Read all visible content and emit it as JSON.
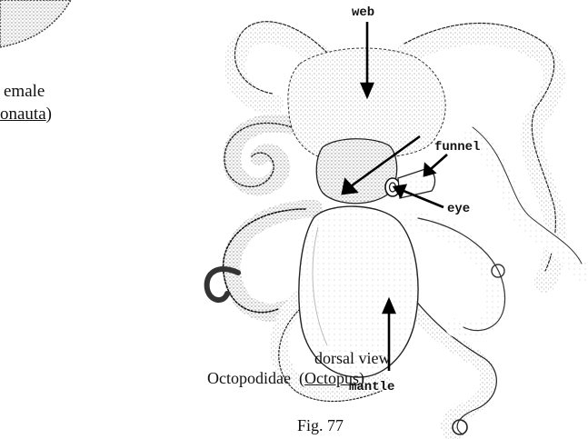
{
  "left_fragment": {
    "line1": "emale",
    "line2_name": "onauta",
    "line2_paren": ")"
  },
  "labels": {
    "web": "web",
    "funnel": "funnel",
    "eye": "eye",
    "mantle": "mantle"
  },
  "caption": {
    "view": "dorsal  view",
    "family": "Octopodidae",
    "genus_open": "(",
    "genus": "Octopus",
    "genus_close": ")",
    "figure": "Fig.  77"
  }
}
